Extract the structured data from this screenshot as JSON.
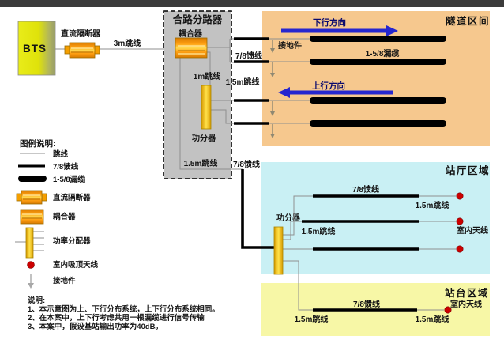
{
  "diagram": {
    "bts_label": "BTS",
    "dc_blocker_label": "直流隔断器",
    "jumper_3m_label": "3m跳线",
    "combiner": {
      "title": "合路分路器",
      "coupler_label": "耦合器",
      "jumper_1m_label": "1m跳线",
      "divider_label": "功分器",
      "jumper_15m_label": "1.5m跳线"
    },
    "feeder_78_label_left": "7/8馈线",
    "jumper_15m_label_left": "1.5m跳线",
    "feeder_78_label_trunk": "7/8馈线",
    "tunnel": {
      "title": "隧道区间",
      "downlink_label": "下行方向",
      "uplink_label": "上行方向",
      "leaky_cable_label": "1-5/8漏缆",
      "ground_label": "接地件"
    },
    "hall": {
      "title": "站厅区域",
      "divider_label": "功分器",
      "feeder_label": "7/8馈线",
      "jumper_label_top": "1.5m跳线",
      "jumper_label_mid": "1.5m跳线",
      "antenna_label": "室内天线"
    },
    "platform": {
      "title": "站台区域",
      "feeder_label": "7/8馈线",
      "jumper_label_left": "1.5m跳线",
      "jumper_label_right": "1.5m跳线",
      "antenna_label": "室内天线"
    }
  },
  "legend": {
    "title": "图例说明:",
    "items": [
      {
        "icon": "jumper-line",
        "label": "跳线"
      },
      {
        "icon": "feeder-line",
        "label": "7/8馈线"
      },
      {
        "icon": "leaky-cable",
        "label": "1-5/8漏缆"
      },
      {
        "icon": "dc-blocker",
        "label": "直流隔断器"
      },
      {
        "icon": "coupler",
        "label": "耦合器"
      },
      {
        "icon": "power-splitter",
        "label": "功率分配器"
      },
      {
        "icon": "ceiling-antenna",
        "label": "室内吸顶天线"
      },
      {
        "icon": "ground",
        "label": "接地件"
      }
    ]
  },
  "notes": {
    "title": "说明:",
    "lines": [
      "1、本示意图为上、下行分布系统，上下行分布系统相同。",
      "2、在本案中，上下行考虑共用一根漏缆进行信号传输",
      "3、本案中，假设基站输出功率为40dB。"
    ]
  },
  "colors": {
    "top_bar": "#3b3b3b",
    "tunnel_bg": "#f6c88e",
    "hall_bg": "#c9f0f4",
    "platform_bg": "#f7f7a6",
    "combiner_bg": "#c2c2c2",
    "arrow_blue": "#2626cf",
    "direction_text": "#0a0a6e",
    "antenna_red": "#cc0000",
    "cable_black": "#000000",
    "jumper_gray": "#8f8f8f"
  }
}
